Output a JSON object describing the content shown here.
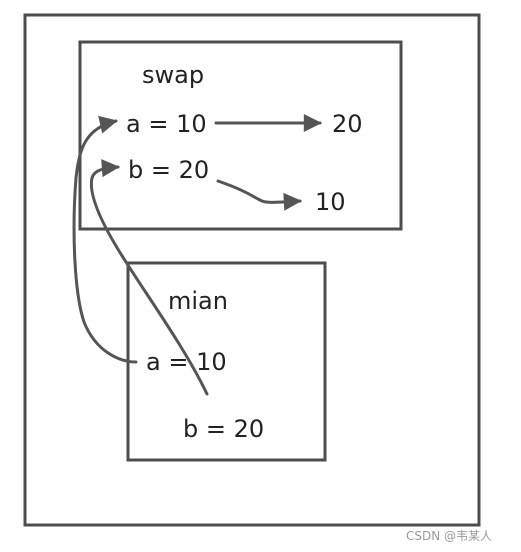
{
  "colors": {
    "box_stroke": "#4d4d4d",
    "arrow_stroke": "#555555",
    "text": "#222222",
    "watermark": "#9a9a9a"
  },
  "swap_frame": {
    "title": "swap",
    "a_label": "a = 10",
    "b_label": "b = 20",
    "a_new_value": "20",
    "b_new_value": "10"
  },
  "main_frame": {
    "title": "mian",
    "a_label": "a = 10",
    "b_label": "b = 20"
  },
  "watermark": "CSDN @韦某人"
}
